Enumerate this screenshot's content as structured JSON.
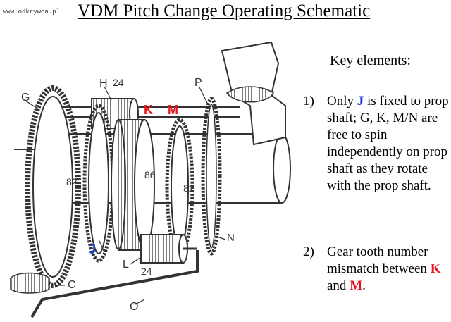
{
  "watermark": "www.odkrywca.pl",
  "title": "VDM Pitch Change Operating Schematic",
  "colors": {
    "red": "#e8141a",
    "blue": "#1c3fd8",
    "ink": "#3a3a3a"
  },
  "diagram": {
    "labels": {
      "G": "G",
      "H": "H",
      "H_teeth": "24",
      "K": "K",
      "M": "M",
      "P": "P",
      "J": "J",
      "L": "L",
      "L_teeth": "24",
      "C": "C",
      "O": "O",
      "N": "N",
      "G_teeth": "82",
      "K_teeth": "86",
      "M_teeth": "82"
    }
  },
  "panel": {
    "heading": "Key elements:",
    "item1": {
      "num": "1)",
      "pre": "Only ",
      "J": "J",
      "mid": " is fixed to prop shaft; G, K, M/N are free to spin independently on prop shaft as they rotate with the prop shaft."
    },
    "item2": {
      "num": "2)",
      "pre": "Gear tooth number mismatch between ",
      "K": "K",
      "and": " and ",
      "M": "M",
      "post": "."
    }
  }
}
